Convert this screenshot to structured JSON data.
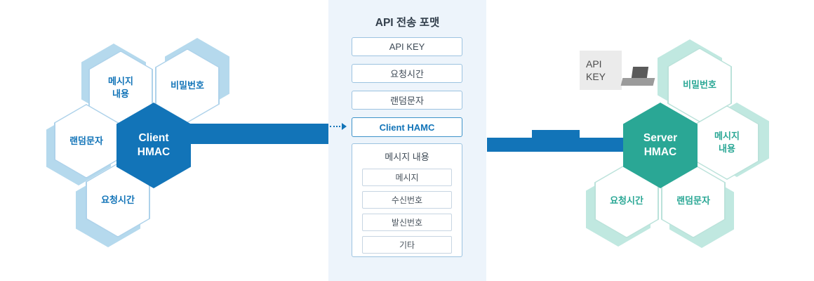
{
  "diagram": {
    "panel": {
      "title": "API 전송 포맷",
      "boxes": [
        {
          "label": "API KEY"
        },
        {
          "label": "요청시간"
        },
        {
          "label": "랜덤문자"
        }
      ],
      "highlight": {
        "label": "Client HAMC"
      },
      "message_group": {
        "title": "메시지 내용",
        "items": [
          {
            "label": "메시지"
          },
          {
            "label": "수신번호"
          },
          {
            "label": "발신번호"
          },
          {
            "label": "기타"
          }
        ]
      }
    },
    "client": {
      "center": "Client\nHMAC",
      "hexes": [
        {
          "label": "메시지\n내용"
        },
        {
          "label": "비밀번호"
        },
        {
          "label": "랜덤문자"
        },
        {
          "label": "요청시간"
        }
      ]
    },
    "server": {
      "center": "Server\nHMAC",
      "api_key": "API\nKEY",
      "hexes": [
        {
          "label": "비밀번호"
        },
        {
          "label": "메시지\n내용"
        },
        {
          "label": "요청시간"
        },
        {
          "label": "랜덤문자"
        }
      ]
    },
    "colors": {
      "client_primary": "#1274b8",
      "client_light": "#b5d9ed",
      "client_border": "#aed2ea",
      "server_primary": "#2aa795",
      "server_light": "#c0e8e0",
      "server_border": "#bbe2da",
      "panel_bg": "#edf4fb",
      "box_border": "#9cc3e0",
      "arrow": "#1274b8",
      "apikey_bg": "#ebebeb",
      "text_dark": "#3e4a56"
    }
  }
}
